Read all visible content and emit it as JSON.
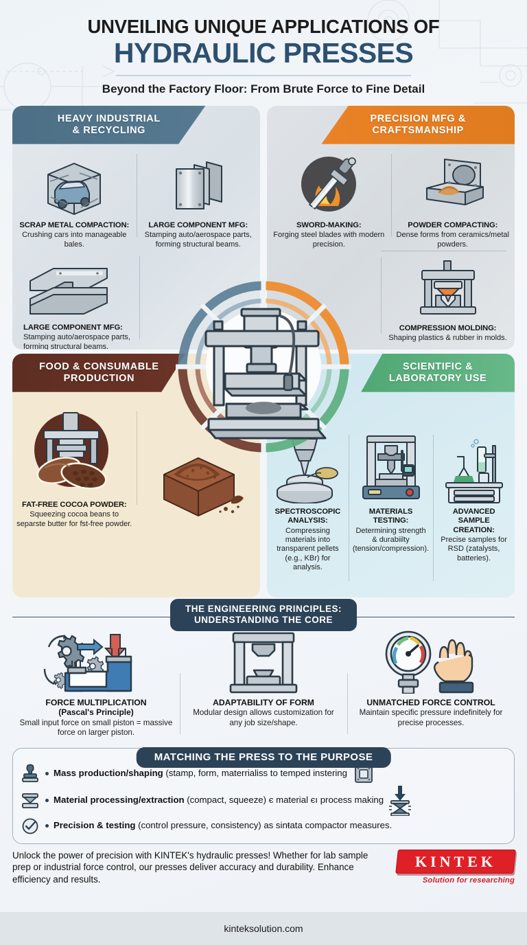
{
  "header": {
    "title_top": "UNVEILING UNIQUE APPLICATIONS OF",
    "title_main": "HYDRAULIC PRESSES",
    "subtitle": "Beyond the Factory Floor: From Brute Force to Fine Detail"
  },
  "quadrants": [
    {
      "id": "heavy-industrial",
      "band": "HEAVY INDUSTRIAL\n& RECYCLING",
      "band_line1": "HEAVY INDUSTRIAL",
      "band_line2": "& RECYCLING",
      "color": "#4d6f86",
      "items": [
        {
          "icon": "crushed-car-cube-icon",
          "title": "SCRAP METAL COMPACTION:",
          "desc": "Crushing cars into manageable bales."
        },
        {
          "icon": "metal-sheets-icon",
          "title": "LARGE COMPONENT MFG:",
          "desc": "Stamping auto/aerospace parts, forming structural beams."
        },
        {
          "icon": "steel-beam-icon",
          "title": "LARGE COMPONENT MFG:",
          "desc": "Stamping auto/aerospace parts, forming structural beams."
        }
      ]
    },
    {
      "id": "precision-mfg",
      "band_line1": "PRECISION MFG &",
      "band_line2": "CRAFTSMANSHIP",
      "color": "#ea8226",
      "items": [
        {
          "icon": "flaming-sword-icon",
          "title": "SWORD-MAKING:",
          "desc": "Forging steel blades with modern precision."
        },
        {
          "icon": "powder-die-mold-icon",
          "title": "POWDER COMPACTING:",
          "desc": "Dense forms from ceramics/metal powders."
        },
        {
          "icon": "compression-mold-press-icon",
          "title": "COMPRESSION MOLDING:",
          "desc": "Shaping plastics & rubber in molds."
        }
      ]
    },
    {
      "id": "food-consumable",
      "band_line1": "FOOD & CONSUMABLE",
      "band_line2": "PRODUCTION",
      "color": "#5e2e22",
      "items": [
        {
          "icon": "cocoa-beans-press-icon",
          "title": "FAT-FREE COCOA POWDER:",
          "desc": "Squeezing cocoa beans to separste butter for fst-free powder."
        },
        {
          "icon": "cocoa-powder-block-icon",
          "title": "",
          "desc": ""
        }
      ]
    },
    {
      "id": "scientific-laboratory",
      "band_line1": "SCIENTIFIC &",
      "band_line2": "LABORATORY USE",
      "color": "#4fa874",
      "items": [
        {
          "icon": "pellet-press-icon",
          "title": "SPECTROSCOPIC ANALYSIS:",
          "desc": "Compressing materials into transparent pellets (e.g., KBr) for analysis."
        },
        {
          "icon": "universal-testing-machine-icon",
          "title": "MATERIALS TESTING:",
          "desc": "Determining strength & durabiilty (tension/compression)."
        },
        {
          "icon": "lab-glassware-bench-icon",
          "title": "ADVANCED SAMPLE CREATION:",
          "desc": "Precise samples for RSD (zatalysts, batteries)."
        }
      ]
    }
  ],
  "center": {
    "icon": "hydraulic-press-emblem-icon"
  },
  "principles": {
    "pill_line1": "THE ENGINEERING PRINCIPLES:",
    "pill_line2": "UNDERSTANDING THE CORE",
    "items": [
      {
        "icon": "gears-piston-icon",
        "title": "FORCE MULTIPLICATION",
        "sub": "(Pascal's Principle)",
        "desc": "Small input force on small piston = massive force on larger piston."
      },
      {
        "icon": "modular-press-frame-icon",
        "title": "ADAPTABILITY OF FORM",
        "sub": "",
        "desc": "Modular design allows customization for any job size/shape."
      },
      {
        "icon": "pressure-gauge-hand-icon",
        "title": "UNMATCHED FORCE CONTROL",
        "sub": "",
        "desc": "Maintain specific pressure indefinitely for precise processes."
      }
    ]
  },
  "matching": {
    "pill": "MATCHING THE PRESS TO THE PURPOSE",
    "rows": [
      {
        "icon": "stamp-icon",
        "bold": "Mass production/shaping",
        "rest": " (stamp, form, materrialiss to temped instering",
        "end_icon": "die-plate-icon"
      },
      {
        "icon": "compacting-die-icon",
        "bold": "Material processing/extraction",
        "rest": " (compact, squeeze) є material єı process making",
        "end_icon": "press-arrow-icon"
      },
      {
        "icon": "check-circle-icon",
        "bold": "Precision & testing",
        "rest": " (control pressure, consistency) as sinŧata compactor measures.",
        "end_icon": ""
      }
    ]
  },
  "footer": {
    "blurb": "Unlock the power of precision with KINTEK's hydraulic presses! Whether for lab sample prep or industrial force control, our presses deliver accuracy and durability. Enhance efficiency and results.",
    "logo_text": "KINTEK",
    "logo_tagline": "Solution for researching",
    "url": "kinteksolution.com"
  },
  "colors": {
    "brand_red": "#e02027",
    "navy": "#2c4257",
    "heavy": "#4d6f86",
    "precision": "#ea8226",
    "food": "#5e2e22",
    "science": "#4fa874"
  }
}
